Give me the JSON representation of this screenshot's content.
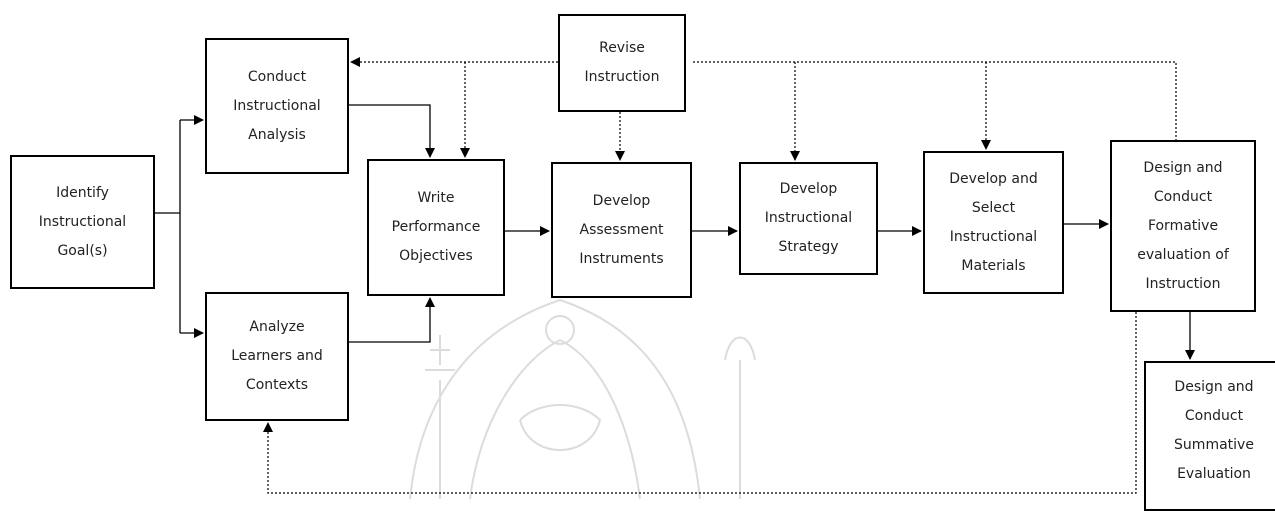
{
  "nodes": {
    "identify_goal": {
      "lines": [
        "Identify",
        "Instructional",
        "Goal(s)"
      ]
    },
    "conduct_analysis": {
      "lines": [
        "Conduct",
        "Instructional",
        "Analysis"
      ]
    },
    "analyze_learners": {
      "lines": [
        "Analyze",
        "Learners and",
        "Contexts"
      ]
    },
    "write_objectives": {
      "lines": [
        "Write",
        "Performance",
        "Objectives"
      ]
    },
    "revise_instruction": {
      "lines": [
        "Revise",
        "Instruction"
      ]
    },
    "develop_assessment": {
      "lines": [
        "Develop",
        "Assessment",
        "Instruments"
      ]
    },
    "develop_strategy": {
      "lines": [
        "Develop",
        "Instructional",
        "Strategy"
      ]
    },
    "develop_materials": {
      "lines": [
        "Develop and",
        "Select",
        "Instructional",
        "Materials"
      ]
    },
    "formative_evaluation": {
      "lines": [
        "Design and",
        "Conduct",
        "Formative",
        "evaluation of",
        "Instruction"
      ]
    },
    "summative_evaluation": {
      "lines": [
        "Design and",
        "Conduct",
        "Summative",
        "Evaluation"
      ]
    }
  },
  "colors": {
    "stroke": "#000000",
    "text": "#222222",
    "watermark": "#dcdcdc"
  },
  "watermark": {
    "icon": "ganesha-seal-watermark"
  }
}
